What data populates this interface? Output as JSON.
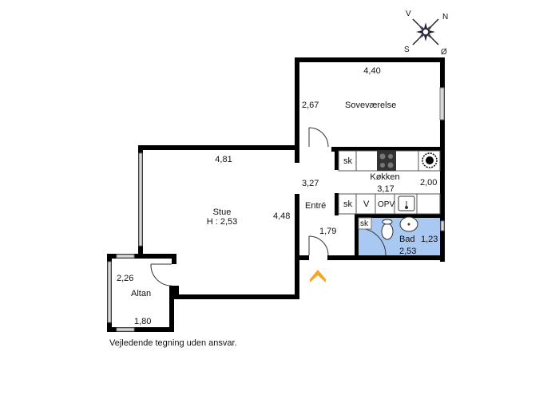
{
  "compass": {
    "north": "N",
    "south": "S",
    "west": "V",
    "east": "Ø"
  },
  "rooms": {
    "sovevaerelse": {
      "name": "Soveværelse",
      "width": "4,40",
      "depth": "2,67"
    },
    "stue": {
      "name": "Stue",
      "height_label": "H : 2,53",
      "width": "4,81",
      "depth": "4,48"
    },
    "koekken": {
      "name": "Køkken",
      "width": "3,17",
      "depth": "2,00"
    },
    "entre": {
      "name": "Entré",
      "width": "3,27",
      "depth": "1,79"
    },
    "bad": {
      "name": "Bad",
      "width": "2,53",
      "depth": "1,23"
    },
    "altan": {
      "name": "Altan",
      "width": "1,80",
      "depth": "2,26"
    }
  },
  "fixtures": {
    "kitchen_top": [
      "sk",
      "",
      "stove",
      "",
      "fan"
    ],
    "kitchen_bottom": [
      "sk",
      "V",
      "OPV",
      "sink"
    ],
    "bath": [
      "sk",
      "toilet",
      "basin"
    ]
  },
  "colors": {
    "wall": "#000000",
    "bath_fill": "#a9c8f2",
    "entrance_arrow": "#f5a623",
    "window": "#c8c8c8"
  },
  "footer": {
    "disclaimer": "Vejledende tegning uden ansvar."
  }
}
